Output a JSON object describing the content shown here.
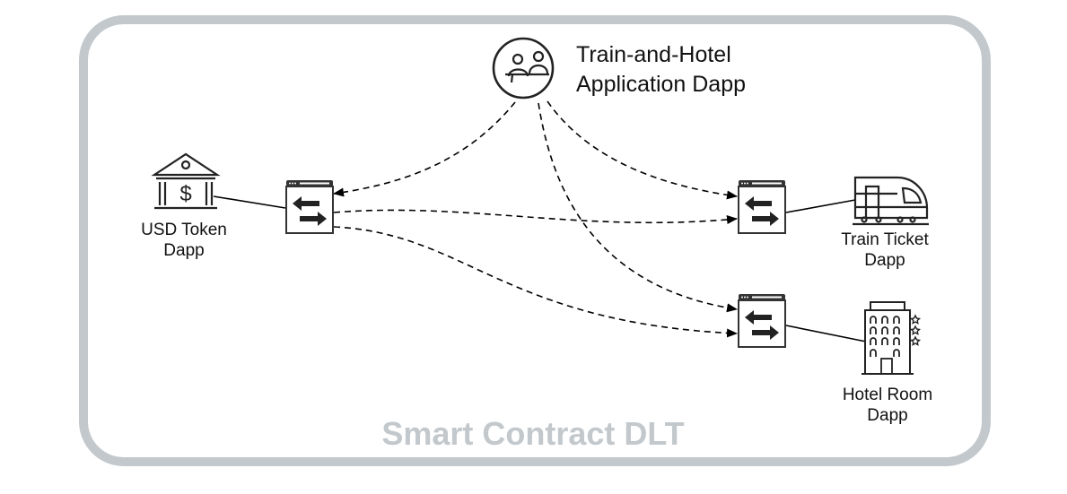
{
  "container": {
    "title": "Smart Contract DLT",
    "border_color": "#c2c8cc"
  },
  "nodes": {
    "app": {
      "line1": "Train-and-Hotel",
      "line2": "Application Dapp",
      "icon": "people-at-table-icon"
    },
    "usd": {
      "line1": "USD Token",
      "line2": "Dapp",
      "icon": "bank-dollar-icon"
    },
    "train": {
      "line1": "Train Ticket",
      "line2": "Dapp",
      "icon": "train-icon"
    },
    "hotel": {
      "line1": "Hotel Room",
      "line2": "Dapp",
      "icon": "hotel-building-icon"
    }
  },
  "gateways": [
    {
      "id": "usd-gateway",
      "icon": "exchange-window-icon"
    },
    {
      "id": "train-gateway",
      "icon": "exchange-window-icon"
    },
    {
      "id": "hotel-gateway",
      "icon": "exchange-window-icon"
    }
  ],
  "edges": [
    {
      "from": "app",
      "to": "usd-gateway",
      "style": "dashed",
      "arrow": "end"
    },
    {
      "from": "app",
      "to": "train-gateway",
      "style": "dashed",
      "arrow": "end"
    },
    {
      "from": "app",
      "to": "hotel-gateway",
      "style": "dashed",
      "arrow": "end"
    },
    {
      "from": "usd-gateway",
      "to": "train-gateway",
      "style": "dashed",
      "arrow": "end"
    },
    {
      "from": "usd-gateway",
      "to": "hotel-gateway",
      "style": "dashed",
      "arrow": "end"
    },
    {
      "from": "usd",
      "to": "usd-gateway",
      "style": "solid",
      "arrow": "none"
    },
    {
      "from": "train",
      "to": "train-gateway",
      "style": "solid",
      "arrow": "none"
    },
    {
      "from": "hotel",
      "to": "hotel-gateway",
      "style": "solid",
      "arrow": "none"
    }
  ]
}
